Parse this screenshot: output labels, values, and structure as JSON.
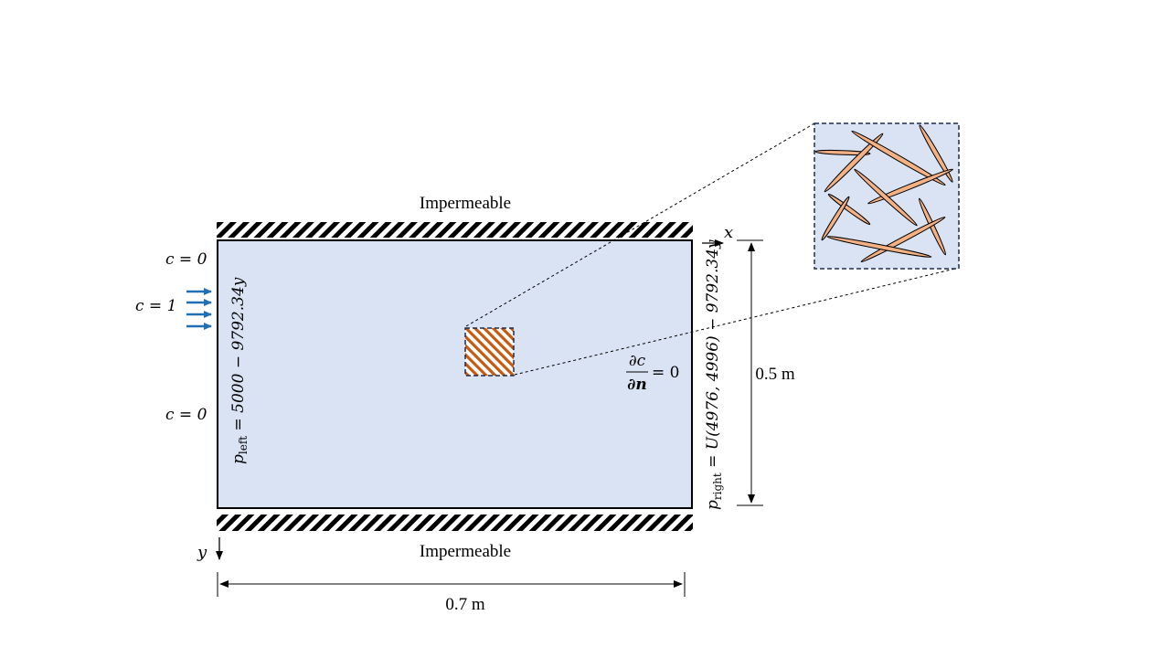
{
  "labels": {
    "top": "Impermeable",
    "bottom": "Impermeable",
    "width_dim": "0.7 m",
    "height_dim": "0.5 m",
    "c_top": "c = 0",
    "c_inlet": "c = 1",
    "c_bottom": "c = 0",
    "axis_x": "x",
    "axis_y": "y",
    "p_left": "p",
    "p_left_sub": "left",
    "p_left_expr": " = 5000 − 9792.34y",
    "p_right": "p",
    "p_right_sub": "right",
    "p_right_expr": " = U(4976, 4996) − 9792.34y",
    "dcdn_num": "∂c",
    "dcdn_den": "∂n",
    "dcdn_rhs": "= 0"
  },
  "colors": {
    "domain_fill": "#dae3f3",
    "inlet_arrow": "#1f6fb4",
    "sample_hatch": "#c55a11",
    "fiber_fill": "#f4b183"
  }
}
